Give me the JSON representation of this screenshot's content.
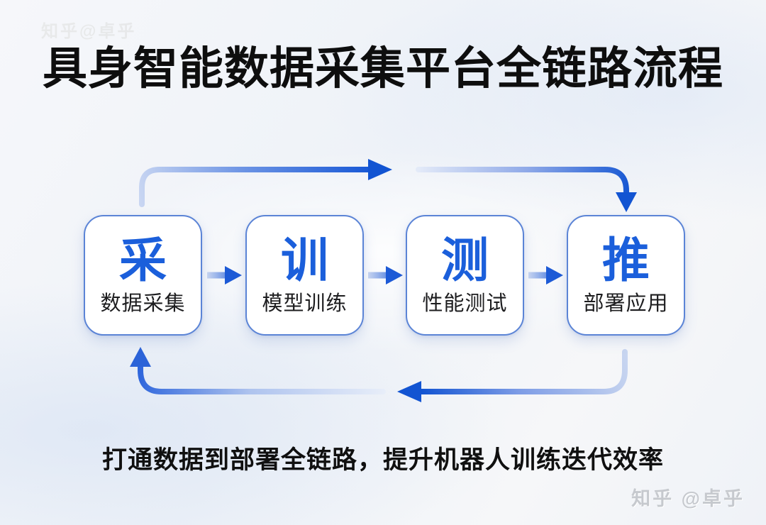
{
  "title": "具身智能数据采集平台全链路流程",
  "caption": "打通数据到部署全链路，提升机器人训练迭代效率",
  "steps": [
    {
      "key": "采",
      "label": "数据采集"
    },
    {
      "key": "训",
      "label": "模型训练"
    },
    {
      "key": "测",
      "label": "性能测试"
    },
    {
      "key": "推",
      "label": "部署应用"
    }
  ],
  "watermark": {
    "text": "知乎 @卓乎",
    "ghost_text": "知乎@卓乎"
  },
  "colors": {
    "step_char_blue": "#1b5fdb",
    "arrow_blue_dark": "#0f52d4",
    "arrow_blue_light": "#dbe4f6",
    "card_border_blue": "#5b84d6",
    "title_black": "#0e0e0e",
    "watermark_gray": "#c6c9ce"
  }
}
